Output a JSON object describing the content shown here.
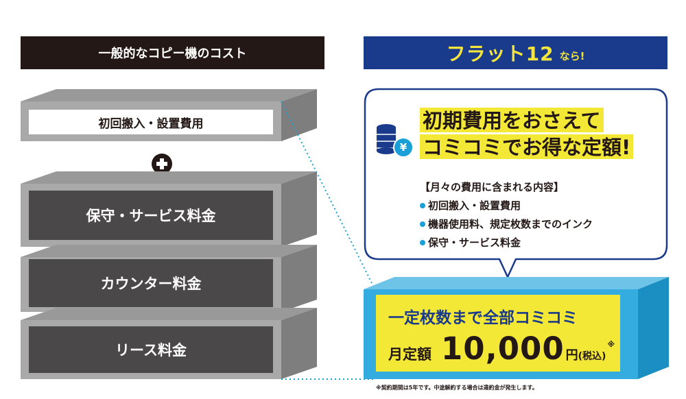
{
  "left": {
    "header": "一般的なコピー機のコスト",
    "top_item": "初回搬入・設置費用",
    "items": [
      "保守・サービス料金",
      "カウンター料金",
      "リース料金"
    ]
  },
  "right": {
    "header_main": "フラット12",
    "header_suffix": "なら!",
    "headline_1": "初期費用をおさえて",
    "headline_2": "コミコミでお得な定額!",
    "yen_symbol": "¥",
    "list_title": "【月々の費用に含まれる内容】",
    "list": [
      "初回搬入・設置費用",
      "機器使用料、規定枚数までのインク",
      "保守・サービス料金"
    ],
    "card_line1": "一定枚数まで全部コミコミ",
    "card_label": "月定額",
    "card_price": "10,000",
    "card_yen": "円",
    "card_tax": "(税込)",
    "card_mark": "※",
    "footnote": "※契約期間は5年です。中途解約する場合は違約金が発生します。"
  },
  "colors": {
    "dark": "#231815",
    "navy": "#1a3a8c",
    "yellow": "#f3e836",
    "cyan": "#1aa0d6",
    "gray_box": "#4a4848",
    "gray_frame": "#aaa9a9",
    "gray_side": "#7f7e7e"
  },
  "icons": [
    "plus-icon",
    "coin-stack-icon"
  ]
}
